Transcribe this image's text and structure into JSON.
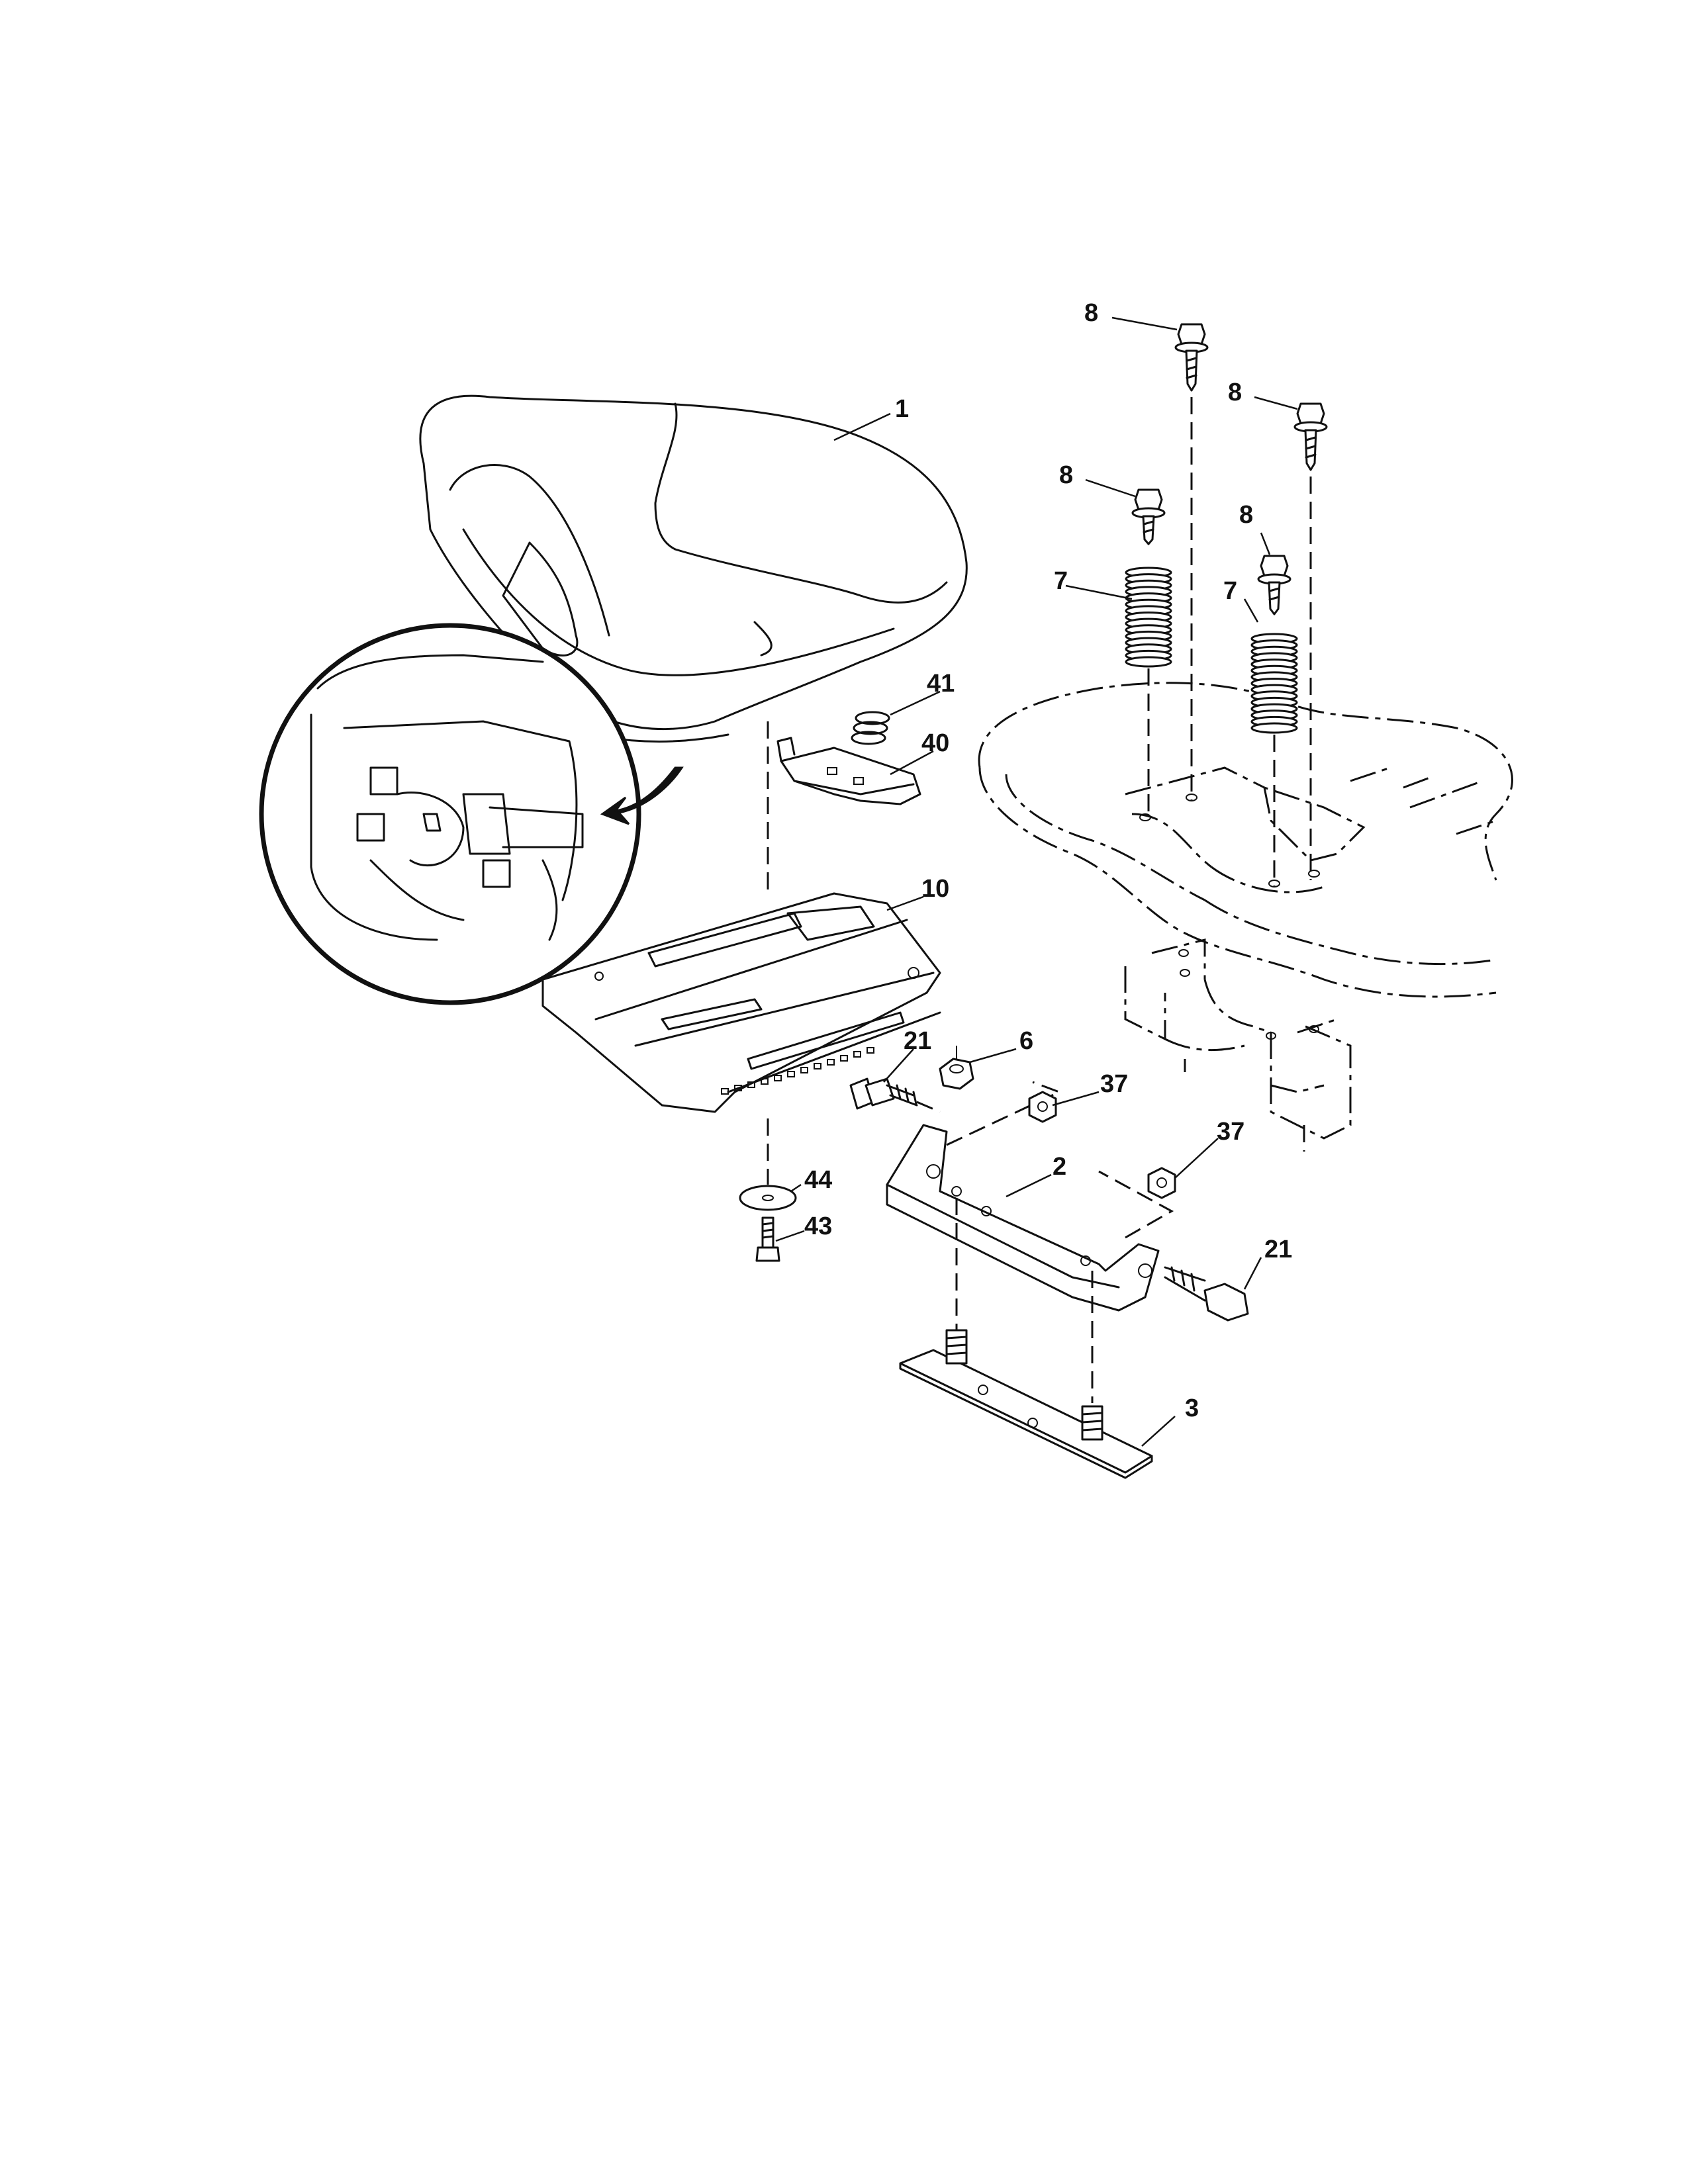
{
  "diagram": {
    "callouts": {
      "seat": "1",
      "bracket": "2",
      "plate": "3",
      "nut_center": "6",
      "spring_left": "7",
      "spring_right": "7",
      "bolt_a": "8",
      "bolt_b": "8",
      "bolt_c": "8",
      "bolt_d": "8",
      "seat_pan": "10",
      "shoulder_bolt_left": "21",
      "shoulder_bolt_right": "21",
      "nut_upper": "37",
      "nut_lower": "37",
      "switch_bracket": "40",
      "compression_spring": "41",
      "bolt_small": "43",
      "washer": "44"
    }
  }
}
